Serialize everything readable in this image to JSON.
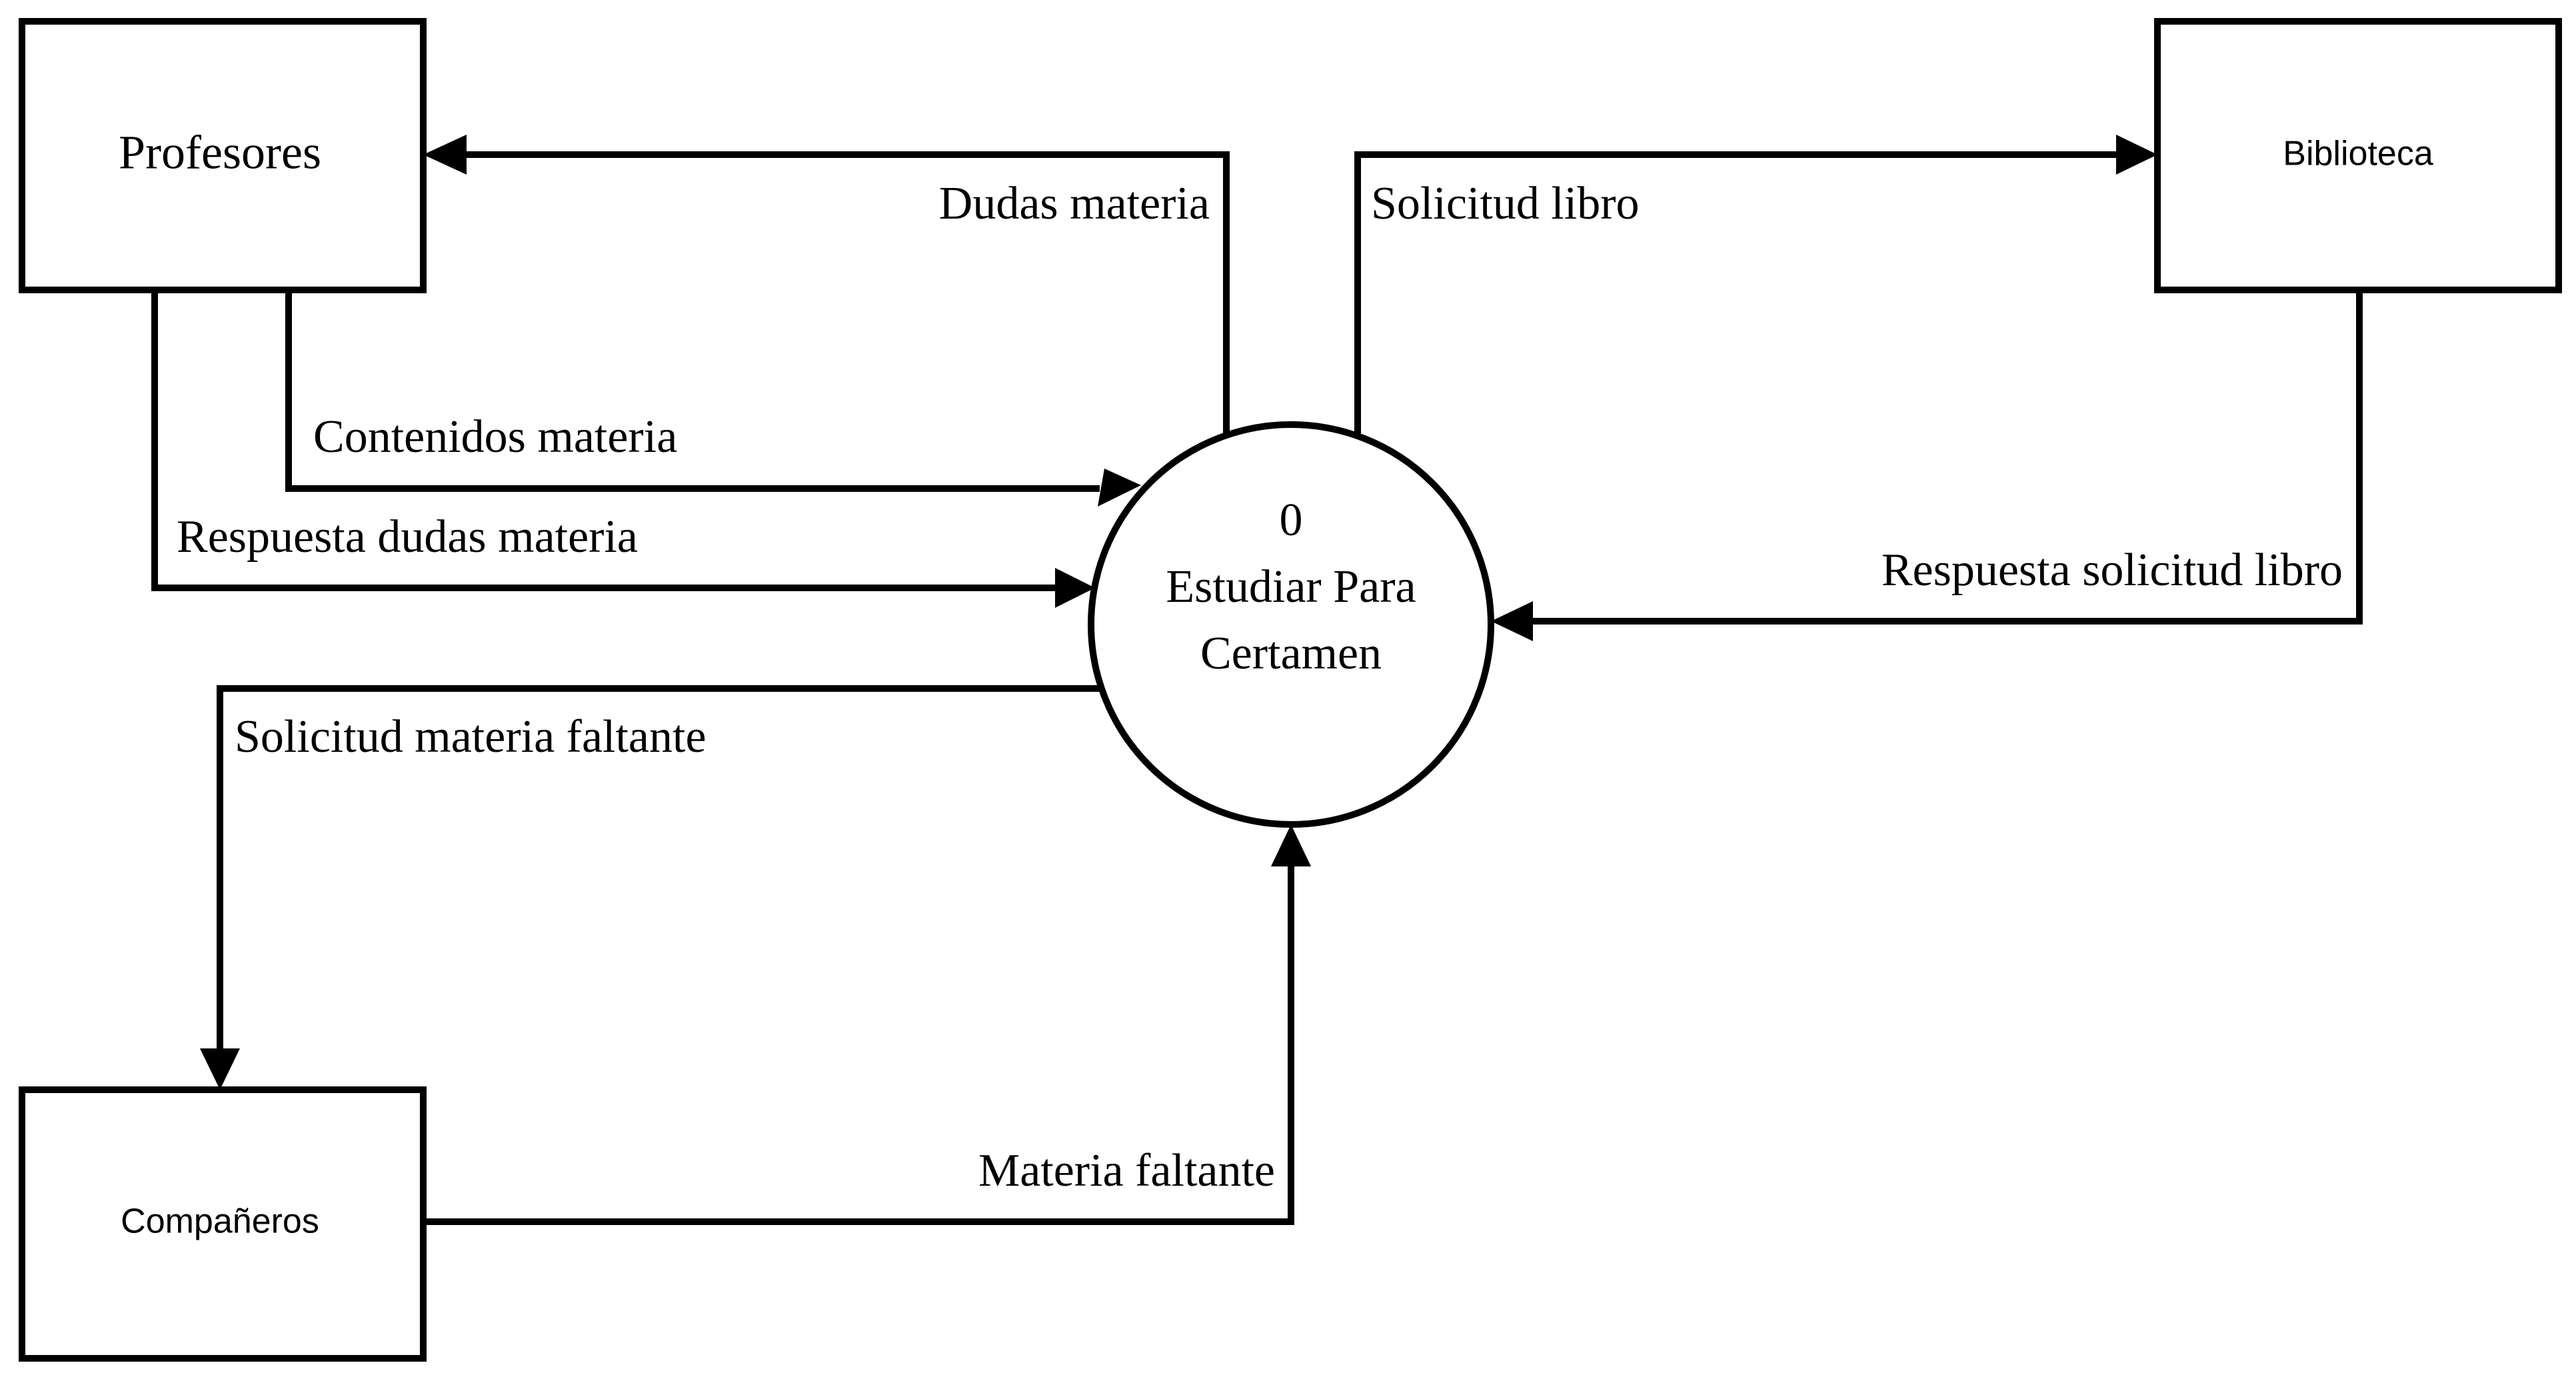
{
  "entities": {
    "profesores": "Profesores",
    "biblioteca": "Biblioteca",
    "companeros": "Compañeros"
  },
  "process": {
    "number": "0",
    "line1": "Estudiar Para",
    "line2": "Certamen"
  },
  "flows": {
    "dudas_materia": "Dudas materia",
    "contenidos_materia": "Contenidos materia",
    "respuesta_dudas_materia": "Respuesta dudas materia",
    "solicitud_materia_faltante": "Solicitud materia faltante",
    "materia_faltante": "Materia faltante",
    "solicitud_libro": "Solicitud libro",
    "respuesta_solicitud_libro": "Respuesta solicitud libro"
  }
}
